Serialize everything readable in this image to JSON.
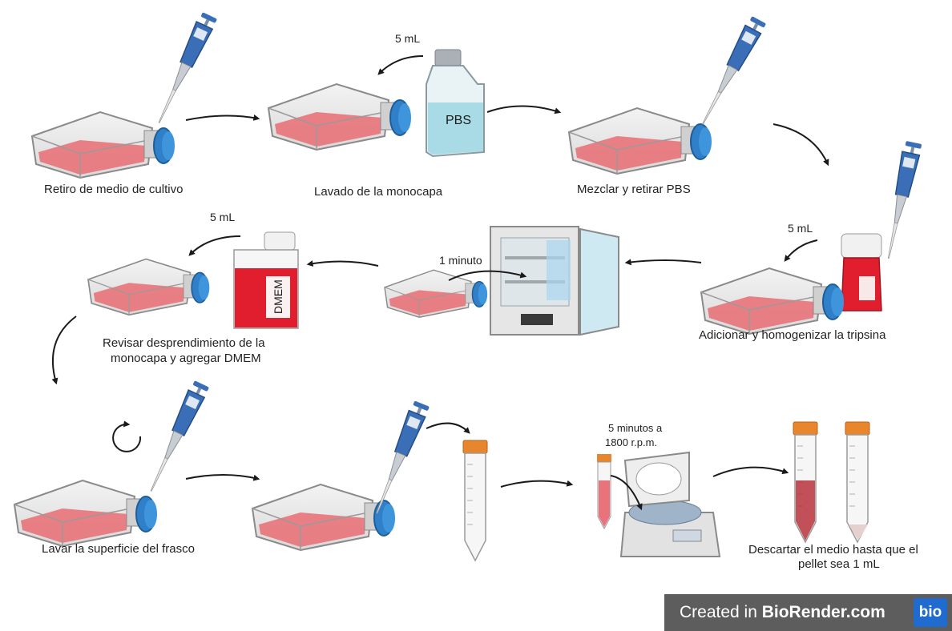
{
  "steps": {
    "s1": "Retiro de medio de cultivo",
    "s2": "Lavado de la monocapa",
    "s3": "Mezclar y retirar PBS",
    "s4": "Adicionar y homogenizar la tripsina",
    "s5_line1": "Revisar desprendimiento de la",
    "s5_line2": "monocapa y agregar DMEM",
    "s6": "Lavar la superficie del frasco",
    "s7_line1": "Descartar el medio hasta que el",
    "s7_line2": "pellet sea 1 mL"
  },
  "annotations": {
    "vol_pbs": "5 mL",
    "vol_trypsin": "5 mL",
    "vol_dmem": "5 mL",
    "incubation": "1 minuto",
    "centrifuge_line1": "5 minutos a",
    "centrifuge_line2": "1800 r.p.m."
  },
  "bottles": {
    "pbs": "PBS",
    "dmem": "DMEM"
  },
  "badge": {
    "created_in": "Created in ",
    "brand": "BioRender.com",
    "logo": "bio"
  },
  "colors": {
    "medium": "#e8737a",
    "cap": "#2f80c8",
    "pbs_liquid": "#a9dbe6",
    "dmem_liquid": "#e01e2e",
    "pipette": "#3a6fb8",
    "tube_cap": "#e8862d",
    "arrow": "#1a1a1a"
  }
}
